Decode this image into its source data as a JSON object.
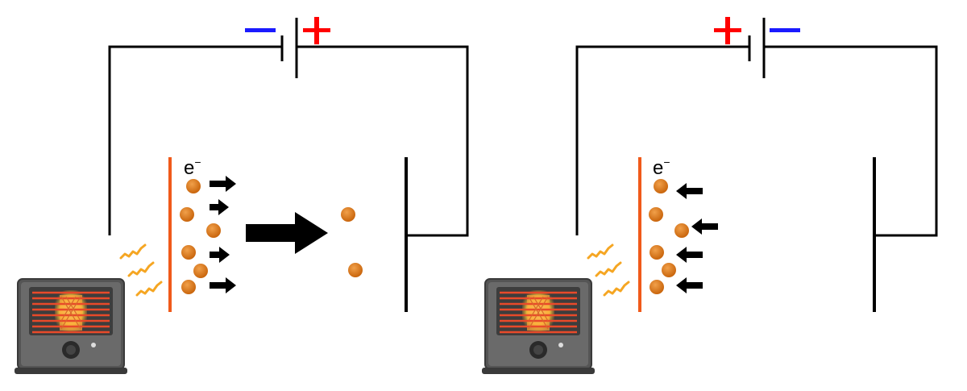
{
  "panels": [
    {
      "id": "left",
      "battery": {
        "left_sign": "—",
        "right_sign": "+",
        "left_sign_color": "#1a1aff",
        "right_sign_color": "#ff0000"
      },
      "electron_label": "e",
      "electron_superscript": "−",
      "electron_motion": "toward-collector",
      "large_arrow": true,
      "electrons_emitted": 2
    },
    {
      "id": "right",
      "battery": {
        "left_sign": "+",
        "right_sign": "—",
        "left_sign_color": "#ff0000",
        "right_sign_color": "#1a1aff"
      },
      "electron_label": "e",
      "electron_superscript": "−",
      "electron_motion": "back-to-emitter",
      "large_arrow": false,
      "electrons_emitted": 0
    }
  ],
  "colors": {
    "wire": "#000000",
    "emitter_plate": "#f05a1a",
    "electron": "#d2700f",
    "heat_wave": "#f5a623",
    "heater_body": "#555555",
    "heater_grill": "#e84a2a",
    "heater_glow": "#ffd23f"
  },
  "icons": [
    "heater-icon",
    "heat-wave-icon",
    "electron-icon",
    "arrow-icon",
    "battery-icon"
  ]
}
